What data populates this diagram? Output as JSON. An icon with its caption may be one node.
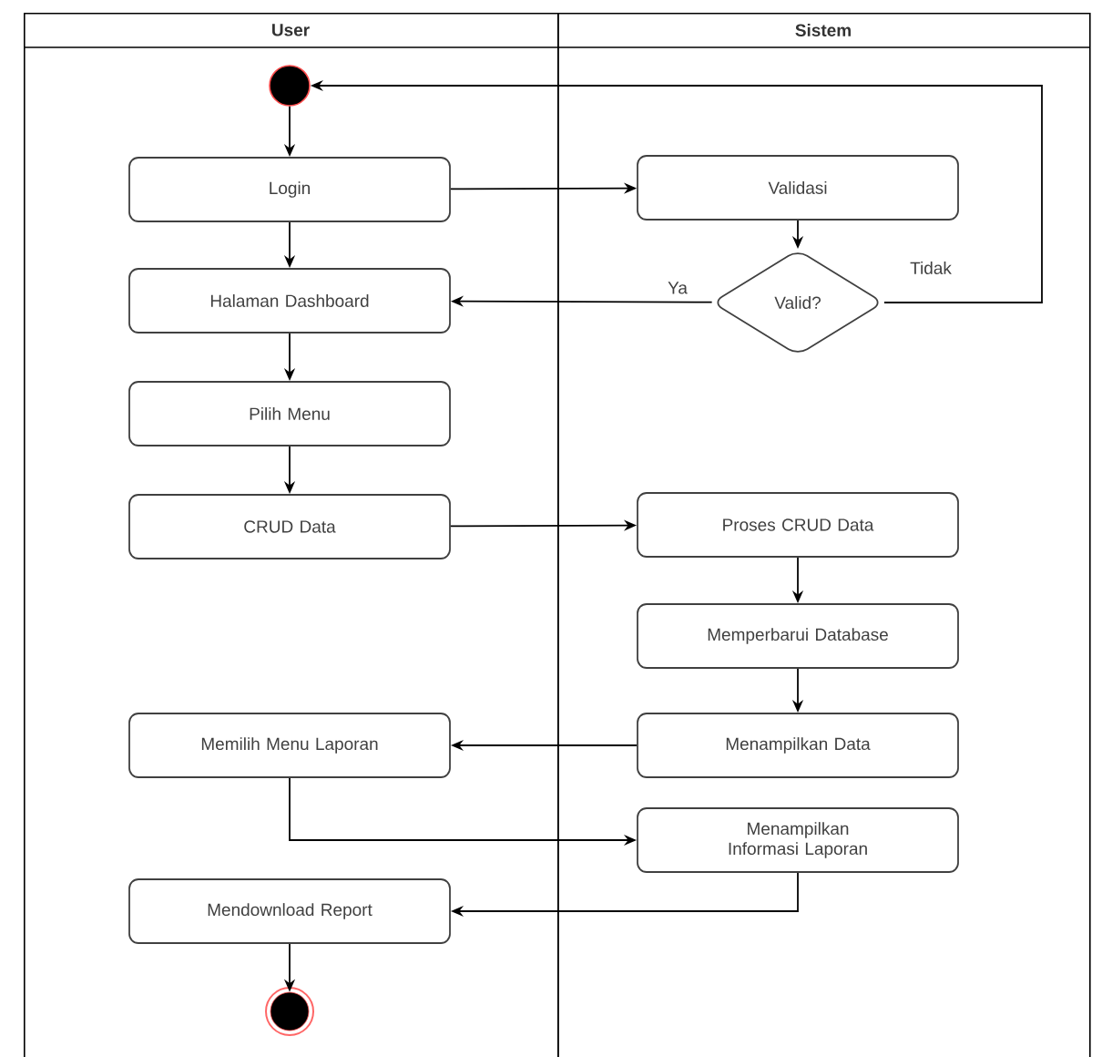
{
  "diagram": {
    "nodes": [
      {
        "text": [
          "User"
        ]
      },
      {
        "text": [
          "Sistem"
        ]
      },
      {
        "text": [],
        "shape": "circle",
        "in": 0
      },
      {
        "text": [
          "Login"
        ],
        "in": 0
      },
      {
        "text": [
          "Validasi"
        ],
        "in": 1
      },
      {
        "text": [
          "Halaman Dashboard"
        ],
        "in": 0
      },
      {
        "text": [
          "Valid?"
        ],
        "in": 1
      },
      {
        "text": [
          "Pilih Menu"
        ],
        "in": 0
      },
      {
        "text": [
          "CRUD Data"
        ],
        "in": 0
      },
      {
        "text": [
          "Proses CRUD Data"
        ],
        "in": 1
      },
      {
        "text": [
          "Memperbarui Database"
        ],
        "in": 1
      },
      {
        "text": [
          "Memilih Menu Laporan"
        ],
        "in": 0
      },
      {
        "text": [
          "Menampilkan Data"
        ],
        "in": 1
      },
      {
        "text": [
          "Menampilkan Informasi Laporan"
        ],
        "in": 1
      },
      {
        "text": [
          "Mendownload Report"
        ],
        "in": 0
      },
      {
        "text": [],
        "shape": "circle",
        "in": 0
      }
    ],
    "edges": [
      {
        "from": 2,
        "to": 3,
        "arrow": "to"
      },
      {
        "from": 3,
        "to": 4,
        "arrow": "to"
      },
      {
        "from": 4,
        "to": 6,
        "arrow": "to"
      },
      {
        "from": 6,
        "to": 5,
        "arrow": "to",
        "label": "Ya"
      },
      {
        "from": 6,
        "to": 2,
        "arrow": "to",
        "label": "Tidak"
      },
      {
        "from": 3,
        "to": 5,
        "arrow": "to"
      },
      {
        "from": 5,
        "to": 7,
        "arrow": "to"
      },
      {
        "from": 7,
        "to": 8,
        "arrow": "to"
      },
      {
        "from": 8,
        "to": 9,
        "arrow": "to"
      },
      {
        "from": 9,
        "to": 10,
        "arrow": "to"
      },
      {
        "from": 10,
        "to": 12,
        "arrow": "to"
      },
      {
        "from": 12,
        "to": 11,
        "arrow": "to"
      },
      {
        "from": 11,
        "to": 13,
        "arrow": "to"
      },
      {
        "from": 13,
        "to": 14,
        "arrow": "to"
      },
      {
        "from": 14,
        "to": 15,
        "arrow": "to"
      }
    ]
  }
}
